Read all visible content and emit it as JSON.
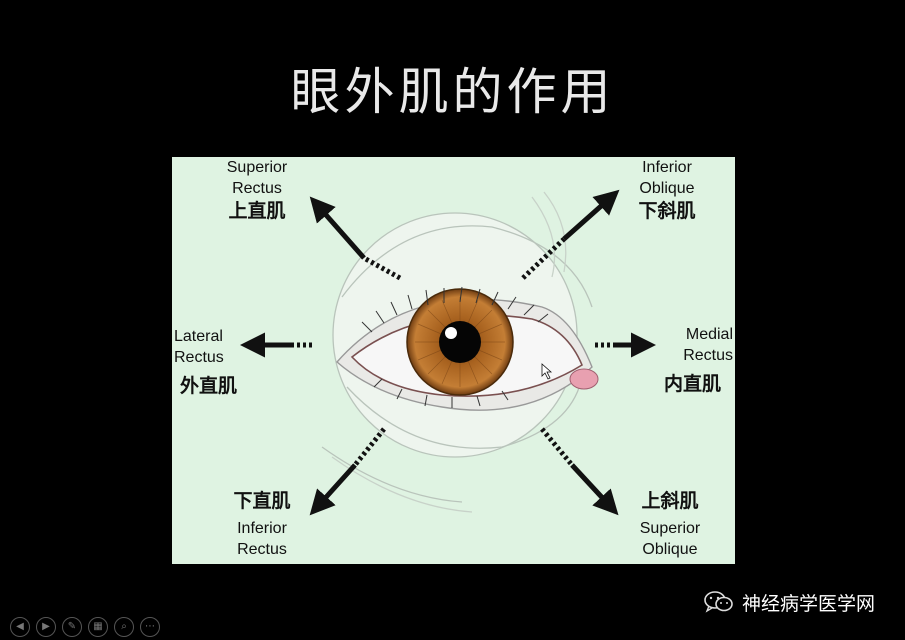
{
  "slide": {
    "title": "眼外肌的作用"
  },
  "muscles": {
    "superior_rectus": {
      "en_line1": "Superior",
      "en_line2": "Rectus",
      "zh": "上直肌"
    },
    "inferior_oblique": {
      "en_line1": "Inferior",
      "en_line2": "Oblique",
      "zh": "下斜肌"
    },
    "lateral_rectus": {
      "en_line1": "Lateral",
      "en_line2": "Rectus",
      "zh": "外直肌"
    },
    "medial_rectus": {
      "en_line1": "Medial",
      "en_line2": "Rectus",
      "zh": "内直肌"
    },
    "inferior_rectus": {
      "en_line1": "Inferior",
      "en_line2": "Rectus",
      "zh": "下直肌"
    },
    "superior_oblique": {
      "en_line1": "Superior",
      "en_line2": "Oblique",
      "zh": "上斜肌"
    }
  },
  "watermark": {
    "text": "神经病学医学网",
    "icon": "wechat-icon"
  },
  "controls": {
    "icons": [
      "prev-icon",
      "next-icon",
      "pen-icon",
      "slides-grid-icon",
      "zoom-icon",
      "more-icon"
    ],
    "glyphs": [
      "◀",
      "▶",
      "✎",
      "▦",
      "⌕",
      "⋯"
    ]
  },
  "colors": {
    "figure_bg": "#dff3e2",
    "iris": "#b5702a",
    "arrow": "#111111"
  }
}
